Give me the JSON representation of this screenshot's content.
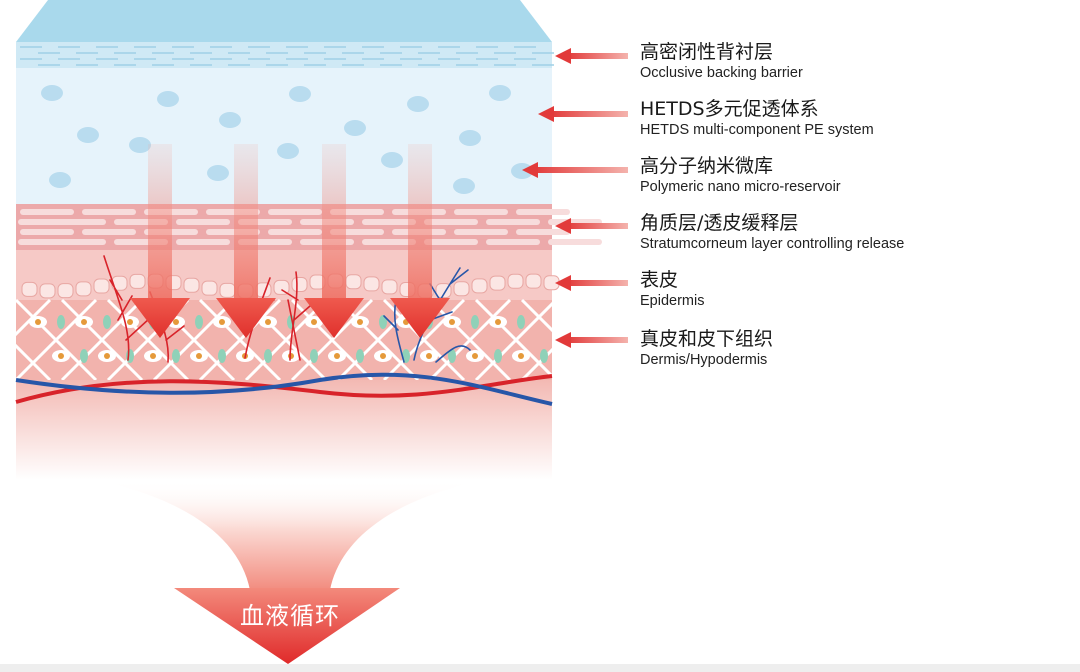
{
  "layers": [
    {
      "zh": "高密闭性背衬层",
      "en": "Occlusive backing barrier"
    },
    {
      "zh": "HETDS多元促透体系",
      "en": "HETDS multi-component PE system"
    },
    {
      "zh": "高分子纳米微库",
      "en": "Polymeric nano micro-reservoir"
    },
    {
      "zh": "角质层/透皮缓释层",
      "en": "Stratumcorneum layer controlling release"
    },
    {
      "zh": "表皮",
      "en": "Epidermis"
    },
    {
      "zh": "真皮和皮下组织",
      "en": "Dermis/Hypodermis"
    }
  ],
  "funnel": {
    "label": "血液循环"
  },
  "colors": {
    "backing": "#a9d9ec",
    "reservoir": "#e6f3fb",
    "droplet": "#b9dcef",
    "stratum": "#eca9aa",
    "epidermis": "#f6c9c6",
    "dermis": "#f2b3ad",
    "pointer": "#e23a3a",
    "artery": "#d8232a",
    "vein": "#2756a8"
  }
}
